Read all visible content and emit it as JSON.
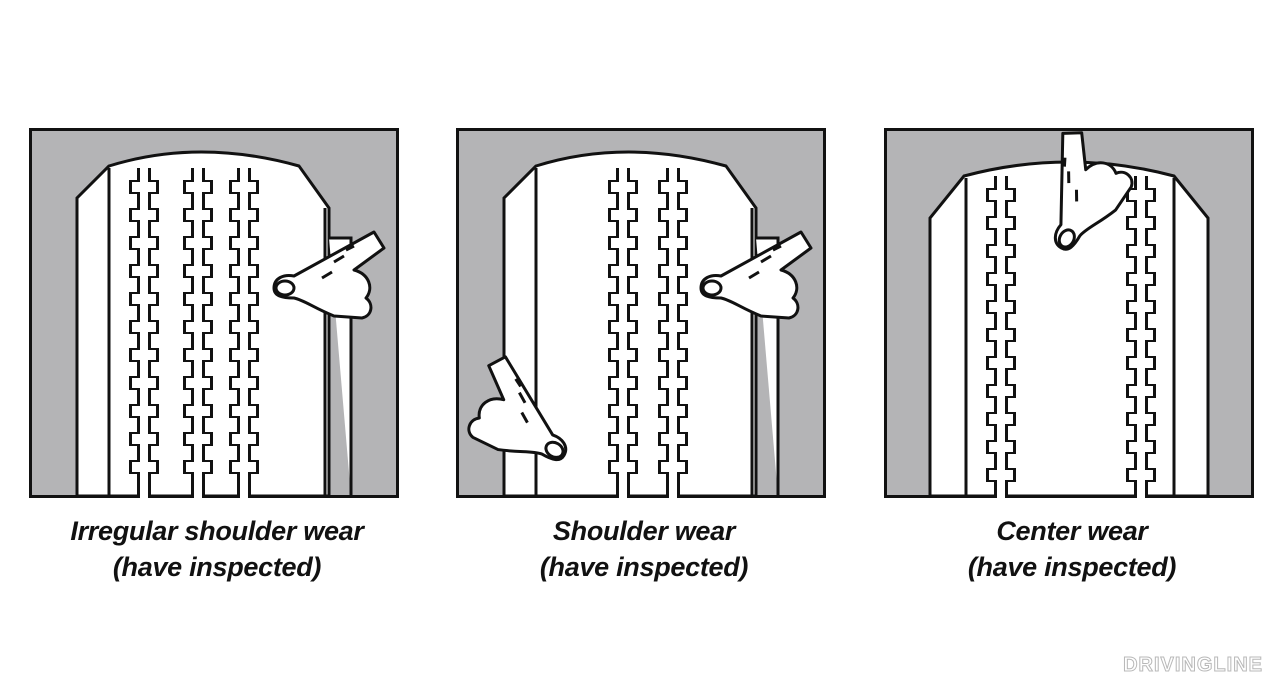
{
  "panels": [
    {
      "id": "irregular-shoulder-wear",
      "caption_line1": "Irregular shoulder wear",
      "caption_line2": "(have inspected)",
      "tread_grooves": 3,
      "pointing_hands": [
        "right-shoulder"
      ]
    },
    {
      "id": "shoulder-wear",
      "caption_line1": "Shoulder wear",
      "caption_line2": "(have inspected)",
      "tread_grooves": 2,
      "pointing_hands": [
        "right-shoulder",
        "left-shoulder"
      ]
    },
    {
      "id": "center-wear",
      "caption_line1": "Center wear",
      "caption_line2": "(have inspected)",
      "tread_grooves": 2,
      "pointing_hands": [
        "center-top"
      ]
    }
  ],
  "watermark": "DRIVINGLINE",
  "colors": {
    "background": "#ffffff",
    "panel_fill": "#b4b4b6",
    "outline": "#111111",
    "tire": "#ffffff"
  }
}
